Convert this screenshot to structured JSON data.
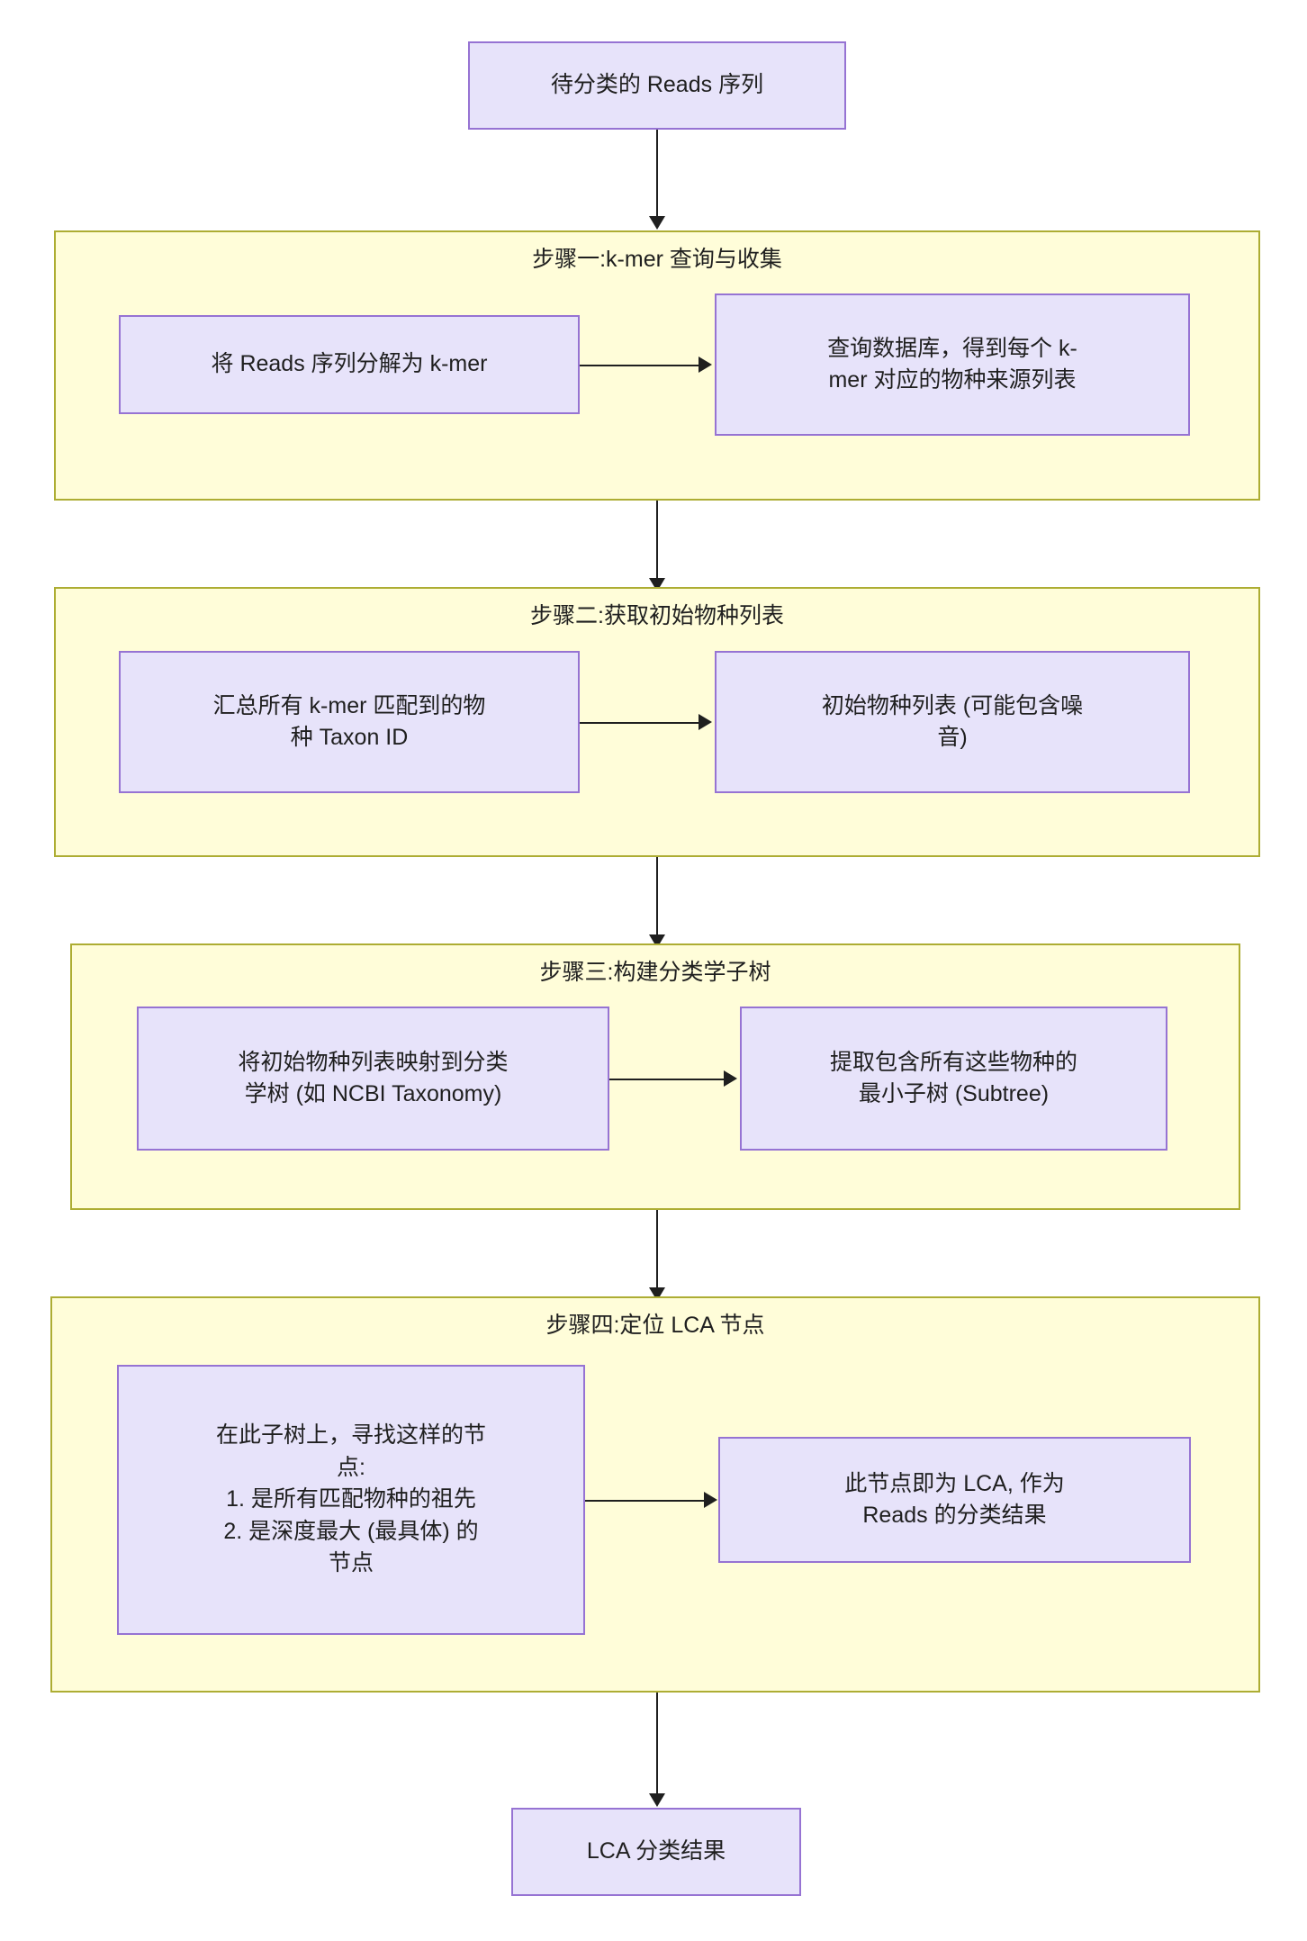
{
  "diagram": {
    "type": "flowchart",
    "direction": "top-to-bottom",
    "start_node": {
      "label": "待分类的 Reads 序列"
    },
    "end_node": {
      "label": "LCA 分类结果"
    },
    "steps": [
      {
        "title": "步骤一:k-mer 查询与收集",
        "left_node": "将 Reads 序列分解为 k-mer",
        "right_node": "查询数据库，得到每个 k-\nmer 对应的物种来源列表"
      },
      {
        "title": "步骤二:获取初始物种列表",
        "left_node": "汇总所有 k-mer 匹配到的物\n种 Taxon ID",
        "right_node": "初始物种列表 (可能包含噪\n音)"
      },
      {
        "title": "步骤三:构建分类学子树",
        "left_node": "将初始物种列表映射到分类\n学树 (如 NCBI Taxonomy)",
        "right_node": "提取包含所有这些物种的\n最小子树 (Subtree)"
      },
      {
        "title": "步骤四:定位 LCA 节点",
        "left_node": "在此子树上，寻找这样的节\n点:\n1. 是所有匹配物种的祖先\n2. 是深度最大 (最具体) 的\n节点",
        "right_node": "此节点即为 LCA, 作为\nReads 的分类结果"
      }
    ],
    "colors": {
      "node_fill": "#e7e3fa",
      "node_border": "#9673d3",
      "group_fill": "#fffdd9",
      "group_border": "#adad33",
      "edge": "#1f1f1f",
      "text": "#1f1f1f"
    }
  }
}
